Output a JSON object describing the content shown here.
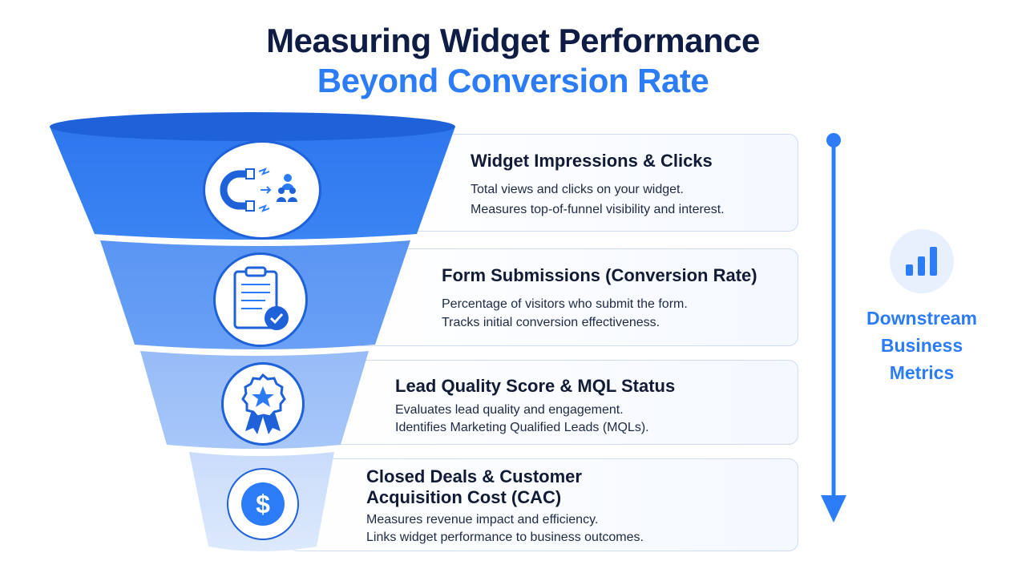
{
  "title": {
    "line1": "Measuring Widget Performance",
    "line2": "Beyond Conversion Rate"
  },
  "stages": [
    {
      "title": "Widget Impressions & Clicks",
      "lines": [
        "Total views and clicks on your widget.",
        "Measures top-of-funnel visibility and interest."
      ],
      "icon": "magnet-attract-users-icon",
      "color": "#2f78ef"
    },
    {
      "title": "Form Submissions (Conversion Rate)",
      "lines": [
        "Percentage of visitors who submit the form.",
        "Tracks initial conversion effectiveness."
      ],
      "icon": "checklist-form-icon",
      "color": "#5d98f4"
    },
    {
      "title": "Lead Quality Score & MQL Status",
      "lines": [
        "Evaluates lead quality and engagement.",
        "Identifies Marketing Qualified Leads (MQLs)."
      ],
      "icon": "award-badge-icon",
      "color": "#9bbff8"
    },
    {
      "title_lines": [
        "Closed Deals & Customer",
        "Acquisition Cost (CAC)"
      ],
      "lines": [
        "Measures revenue impact and efficiency.",
        "Links widget performance to business outcomes."
      ],
      "icon": "dollar-icon",
      "color": "#cfe0fb"
    }
  ],
  "side": {
    "label_lines": [
      "Downstream",
      "Business",
      "Metrics"
    ],
    "icon": "bar-chart-icon"
  },
  "colors": {
    "accent": "#2b7cf6",
    "dark": "#0f1d45"
  }
}
